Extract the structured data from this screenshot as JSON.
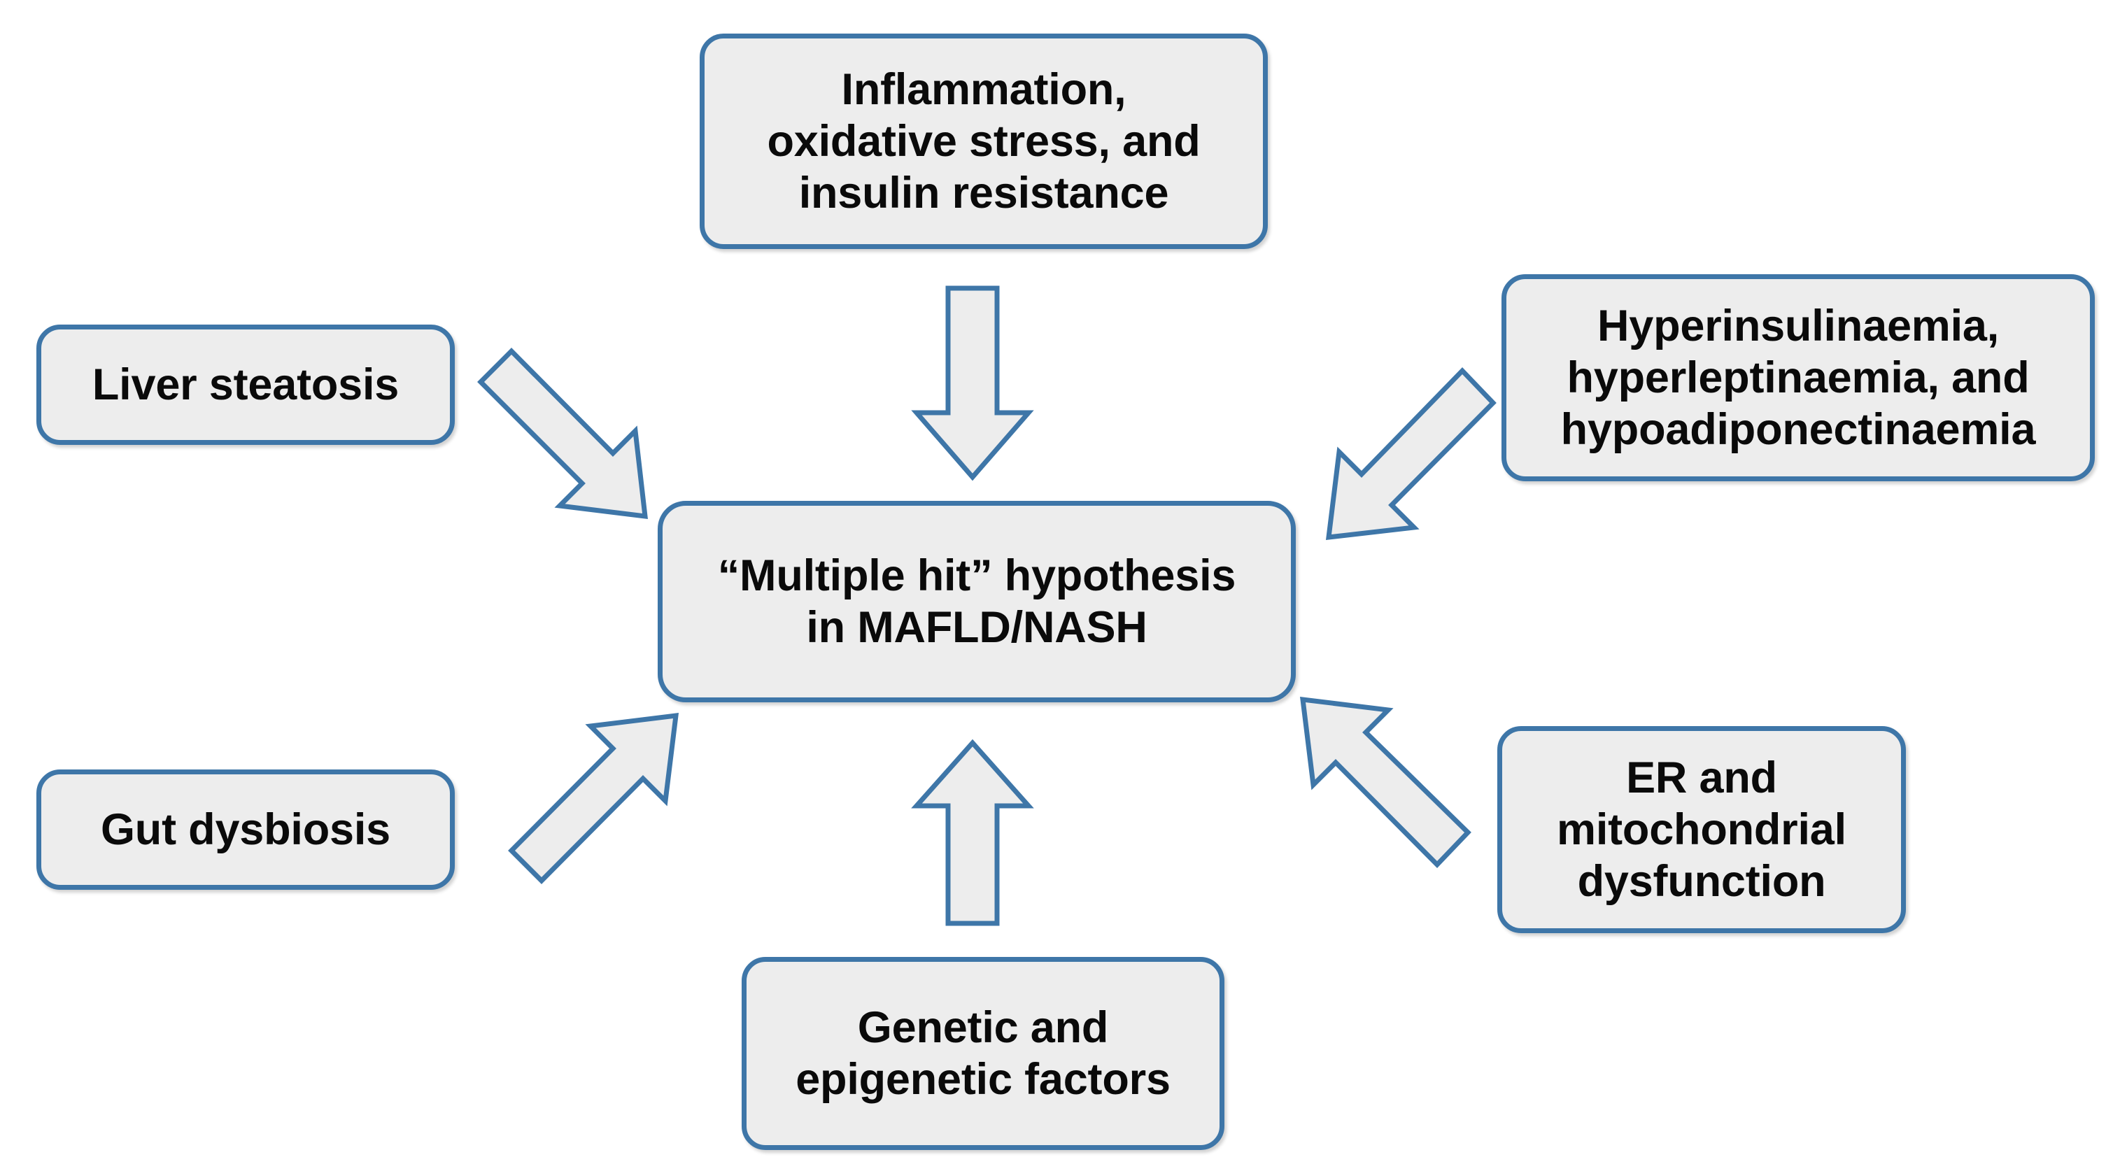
{
  "diagram": {
    "title": "“Multiple hit” hypothesis in MAFLD/NASH",
    "background_color": "#FFFFFF",
    "box_fill_color": "#EDEDED",
    "box_border_color": "#3E76A8",
    "arrow_fill_color": "#EDEDED",
    "arrow_border_color": "#3E76A8",
    "text_color": "#0A0A0A",
    "nodes": [
      {
        "id": "inflammation",
        "label": "Inflammation,\noxidative stress, and\ninsulin resistance",
        "position": "top"
      },
      {
        "id": "liver-steatosis",
        "label": "Liver steatosis",
        "position": "left-top"
      },
      {
        "id": "hyperinsulinaemia",
        "label": "Hyperinsulinaemia,\nhyperleptinaemia, and\nhypoadiponectinaemia",
        "position": "right-top"
      },
      {
        "id": "center",
        "label": "“Multiple hit” hypothesis\nin MAFLD/NASH",
        "position": "center"
      },
      {
        "id": "gut-dysbiosis",
        "label": "Gut dysbiosis",
        "position": "left-bottom"
      },
      {
        "id": "er-mito",
        "label": "ER and\nmitochondrial\ndysfunction",
        "position": "right-bottom"
      },
      {
        "id": "genetic",
        "label": "Genetic and\nepigenetic factors",
        "position": "bottom"
      }
    ],
    "arrows": [
      {
        "id": "arrow-top-down",
        "from": "inflammation",
        "to": "center",
        "direction": "down"
      },
      {
        "id": "arrow-bottom-up",
        "from": "genetic",
        "to": "center",
        "direction": "up"
      },
      {
        "id": "arrow-left-top-diagonal",
        "from": "liver-steatosis",
        "to": "center",
        "direction": "down-right"
      },
      {
        "id": "arrow-left-bottom-diagonal",
        "from": "gut-dysbiosis",
        "to": "center",
        "direction": "up-right"
      },
      {
        "id": "arrow-right-top-diagonal",
        "from": "hyperinsulinaemia",
        "to": "center",
        "direction": "down-left"
      },
      {
        "id": "arrow-right-bottom-diagonal",
        "from": "er-mito",
        "to": "center",
        "direction": "up-left"
      }
    ]
  }
}
